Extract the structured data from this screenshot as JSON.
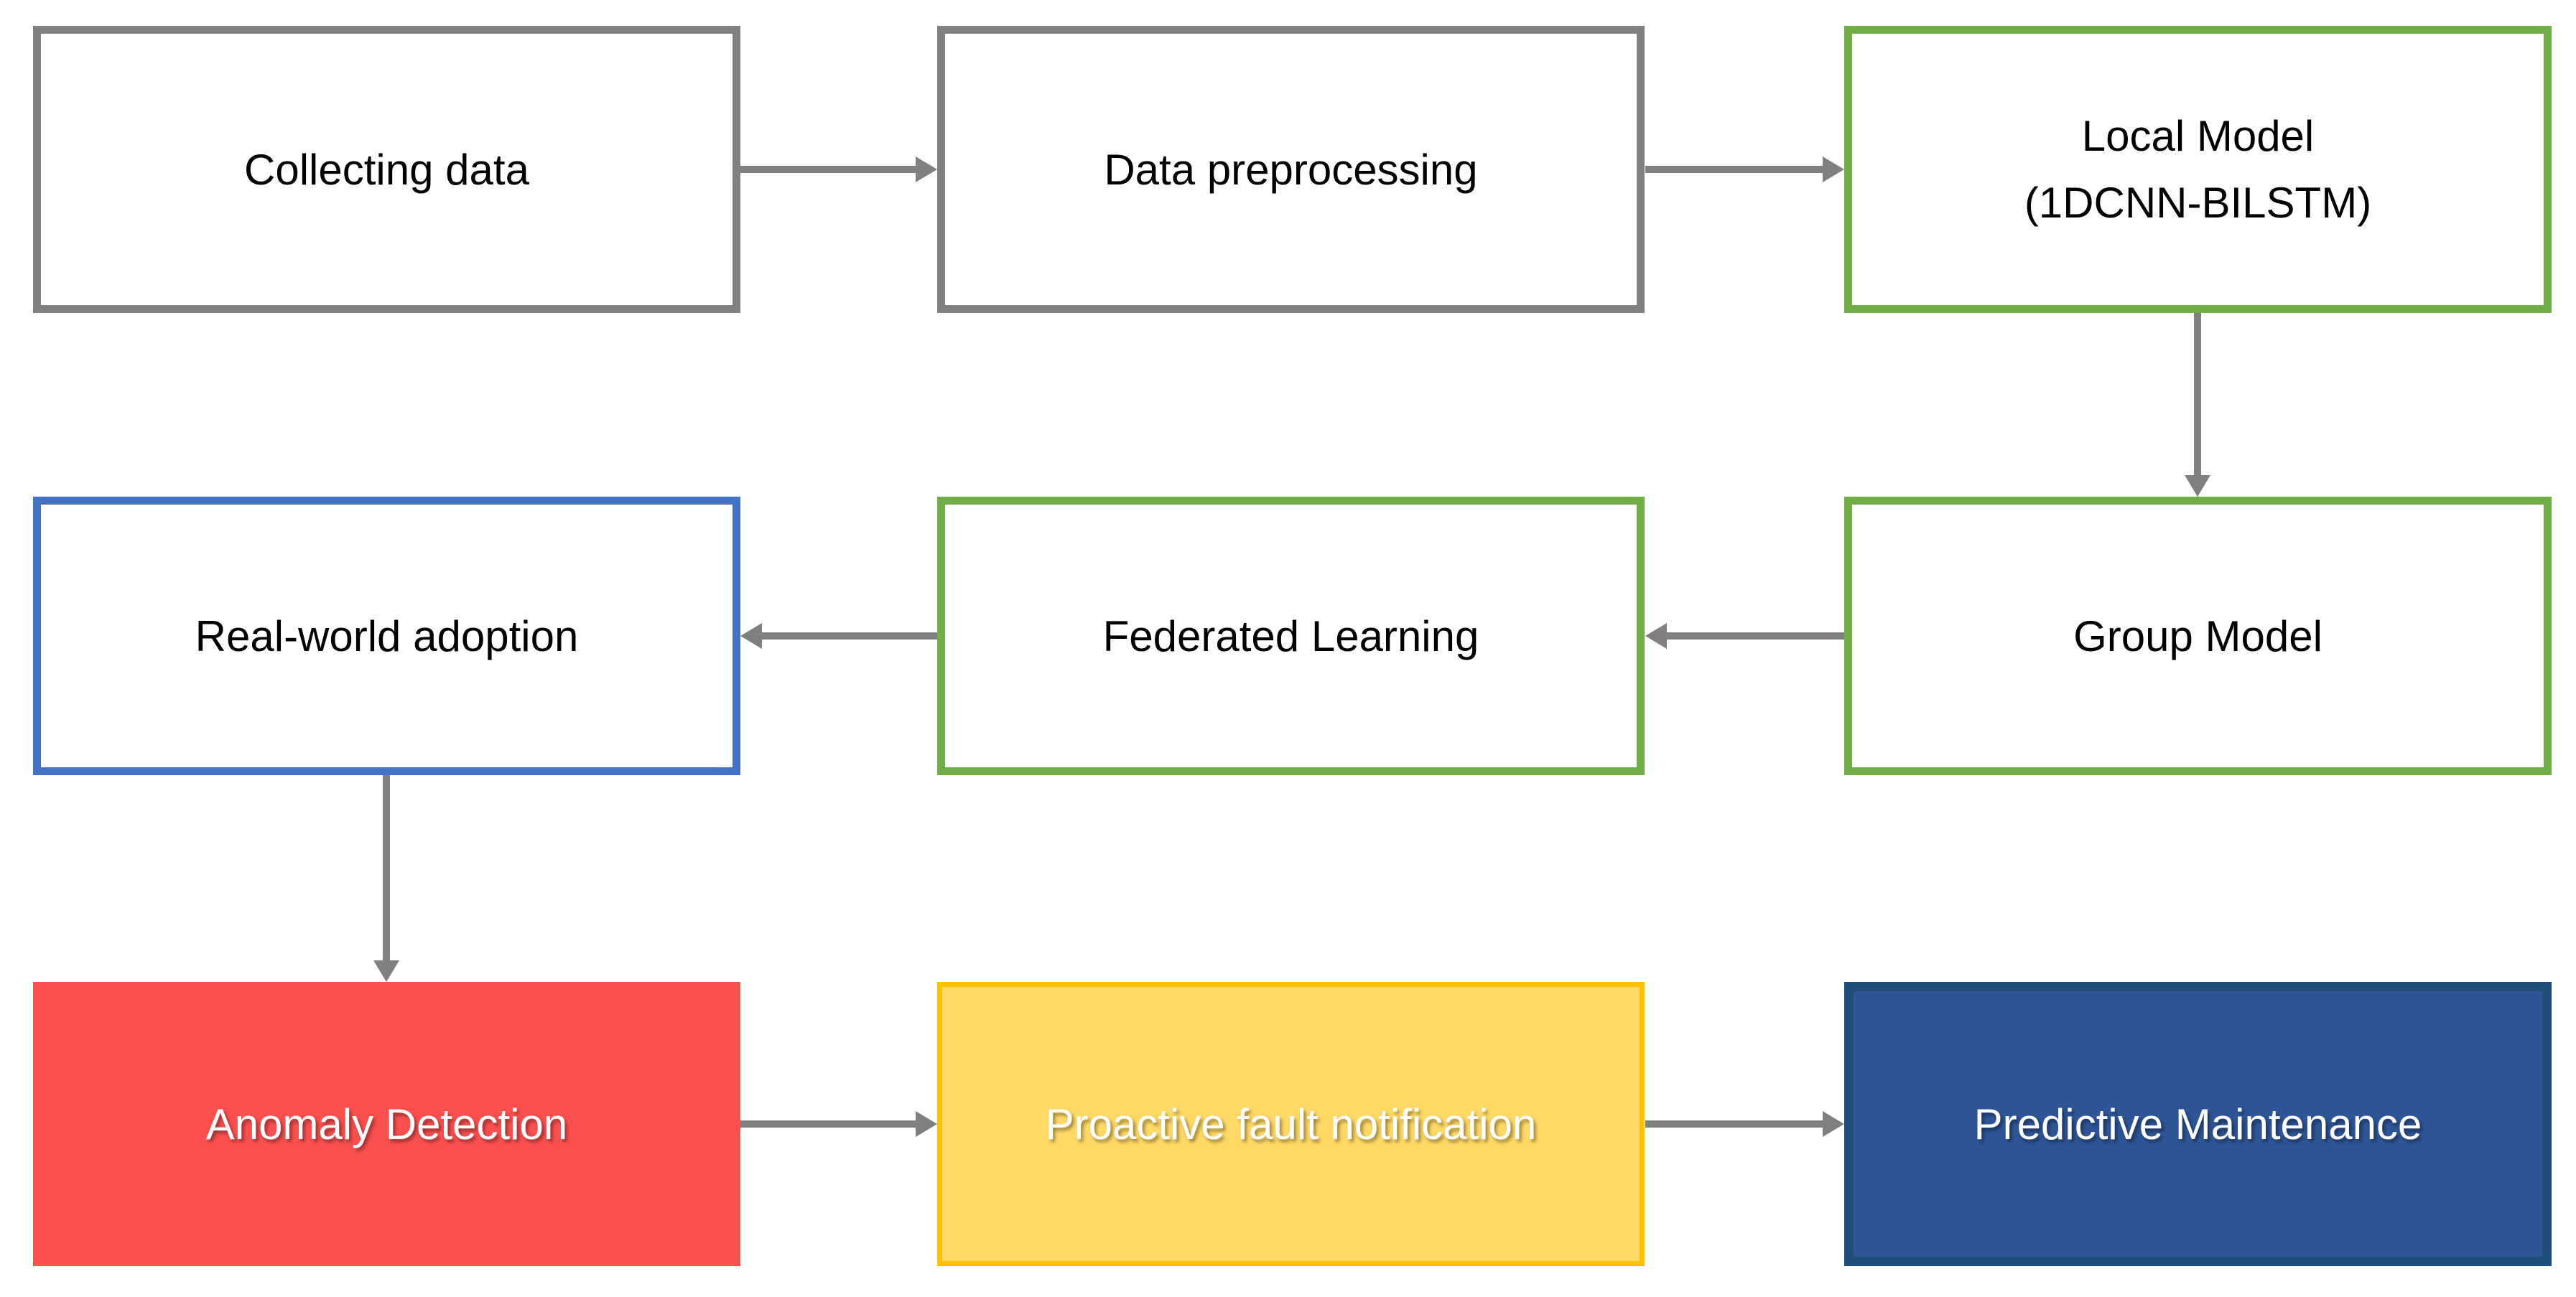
{
  "diagram": {
    "type": "flowchart",
    "background": "#FFFFFF",
    "nodes": {
      "collecting_data": {
        "label": "Collecting data",
        "style": "gray-outline",
        "row": 1,
        "col": 1
      },
      "data_preprocessing": {
        "label": "Data preprocessing",
        "style": "gray-outline",
        "row": 1,
        "col": 2
      },
      "local_model": {
        "label_line1": "Local Model",
        "label_line2": "(1DCNN-BILSTM)",
        "style": "green-outline",
        "row": 1,
        "col": 3
      },
      "real_world_adoption": {
        "label": "Real-world adoption",
        "style": "blue-outline",
        "row": 2,
        "col": 1
      },
      "federated_learning": {
        "label": "Federated Learning",
        "style": "green-outline",
        "row": 2,
        "col": 2
      },
      "group_model": {
        "label": "Group Model",
        "style": "green-outline",
        "row": 2,
        "col": 3
      },
      "anomaly_detection": {
        "label": "Anomaly Detection",
        "style": "red-fill",
        "row": 3,
        "col": 1
      },
      "proactive_fault": {
        "label": "Proactive fault notification",
        "style": "yellow-fill",
        "row": 3,
        "col": 2
      },
      "predictive_maint": {
        "label": "Predictive Maintenance",
        "style": "navy-fill",
        "row": 3,
        "col": 3
      }
    },
    "edges": [
      {
        "from": "collecting_data",
        "to": "data_preprocessing",
        "direction": "right"
      },
      {
        "from": "data_preprocessing",
        "to": "local_model",
        "direction": "right"
      },
      {
        "from": "local_model",
        "to": "group_model",
        "direction": "down"
      },
      {
        "from": "group_model",
        "to": "federated_learning",
        "direction": "left"
      },
      {
        "from": "federated_learning",
        "to": "real_world_adoption",
        "direction": "left"
      },
      {
        "from": "real_world_adoption",
        "to": "anomaly_detection",
        "direction": "down"
      },
      {
        "from": "anomaly_detection",
        "to": "proactive_fault",
        "direction": "right"
      },
      {
        "from": "proactive_fault",
        "to": "predictive_maint",
        "direction": "right"
      }
    ],
    "colors": {
      "gray_border": "#808080",
      "arrow_gray": "#808080",
      "green_border": "#70AD47",
      "blue_border": "#4472C4",
      "red_fill": "#FC5050",
      "yellow_fill": "#FFD966",
      "yellow_border": "#FFC000",
      "navy_fill": "#2E5596",
      "navy_border": "#1F4E79",
      "text_dark": "#000000",
      "text_light": "#FFFFFF"
    }
  }
}
